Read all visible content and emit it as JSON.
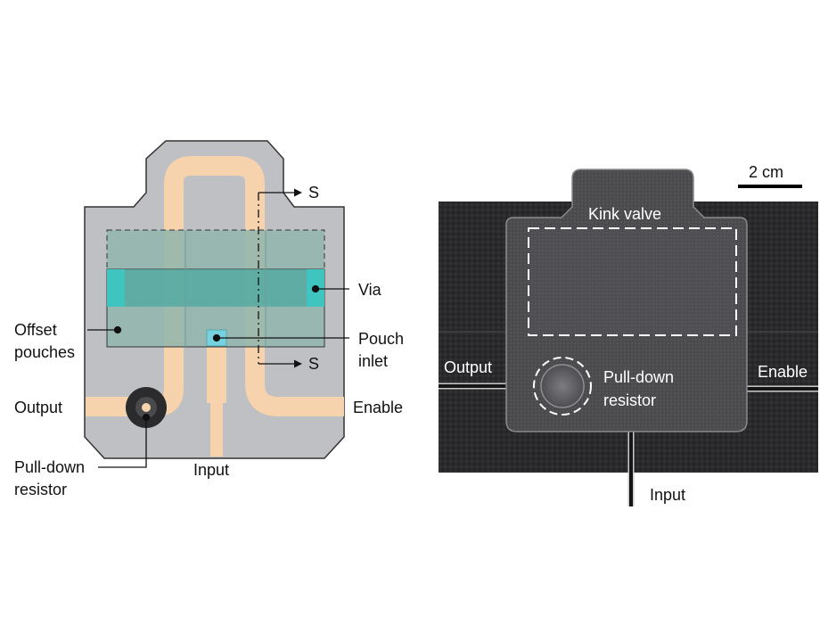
{
  "schematic": {
    "labels": {
      "section_top": "S",
      "section_bottom": "S",
      "via": "Via",
      "offset_line1": "Offset",
      "offset_line2": "pouches",
      "pouch_line1": "Pouch",
      "pouch_line2": "inlet",
      "output": "Output",
      "enable": "Enable",
      "input": "Input",
      "pulldown_line1": "Pull-down",
      "pulldown_line2": "resistor"
    }
  },
  "photo": {
    "scale_bar": "2 cm",
    "kink_valve": "Kink valve",
    "output": "Output",
    "enable": "Enable",
    "input": "Input",
    "pulldown_line1": "Pull-down",
    "pulldown_line2": "resistor"
  },
  "colors": {
    "body": "#bfc0c3",
    "channel": "#f6d2ad",
    "pouch": "#8fb5ad",
    "via": "#3fc4c0",
    "inlet": "#76d2df",
    "fabric": "#2a2a2c",
    "patch": "#4a4a4d"
  }
}
